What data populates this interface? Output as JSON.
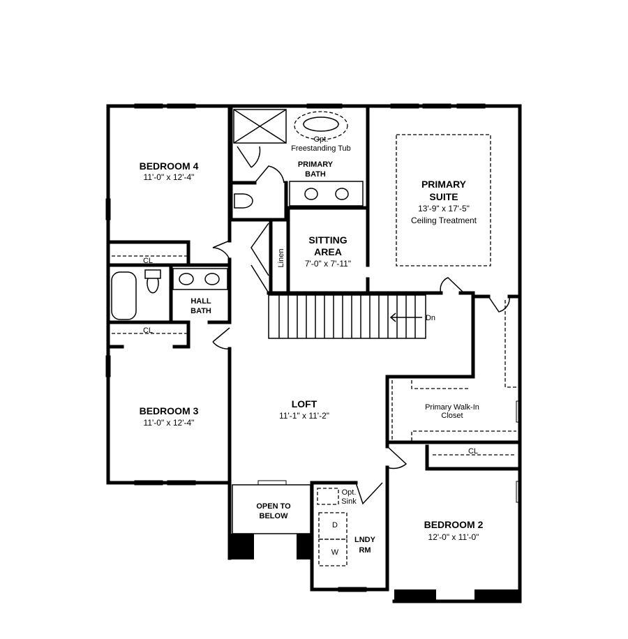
{
  "rooms": {
    "bedroom4": {
      "name": "BEDROOM 4",
      "size": "11'-0\" x 12'-4\""
    },
    "bedroom3": {
      "name": "BEDROOM 3",
      "size": "11'-0\" x 12'-4\""
    },
    "bedroom2": {
      "name": "BEDROOM 2",
      "size": "12'-0\" x 11'-0\""
    },
    "primary_suite": {
      "name_line1": "PRIMARY",
      "name_line2": "SUITE",
      "size": "13'-9\" x 17'-5\"",
      "note": "Ceiling Treatment"
    },
    "primary_bath": {
      "name_line1": "PRIMARY",
      "name_line2": "BATH",
      "tub_line1": "Opt.",
      "tub_line2": "Freestanding Tub"
    },
    "sitting_area": {
      "name_line1": "SITTING",
      "name_line2": "AREA",
      "size": "7'-0\" x 7'-11\""
    },
    "hall_bath": {
      "name_line1": "HALL",
      "name_line2": "BATH"
    },
    "loft": {
      "name": "LOFT",
      "size": "11'-1\" x 11'-2\""
    },
    "walk_in_closet": {
      "line1": "Primary Walk-In",
      "line2": "Closet"
    },
    "open_to_below": {
      "line1": "OPEN TO",
      "line2": "BELOW"
    },
    "laundry": {
      "line1": "LNDY",
      "line2": "RM",
      "sink_line1": "Opt.",
      "sink_line2": "Sink",
      "dryer": "D",
      "washer": "W"
    },
    "linen": "Linen",
    "closet_labels": [
      "CL",
      "CL",
      "CL"
    ],
    "stairs": "Dn"
  }
}
